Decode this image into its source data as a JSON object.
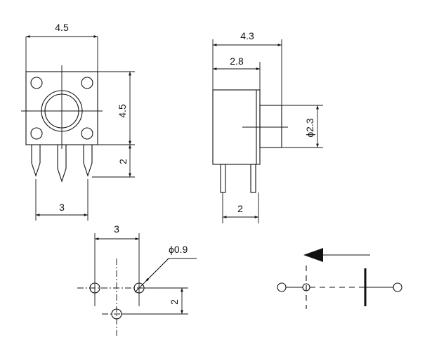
{
  "front_view": {
    "width_label": "4.5",
    "height_label": "4.5",
    "pin_length_label": "2",
    "pin_spacing_label": "3"
  },
  "side_view": {
    "overall_depth_label": "4.3",
    "body_depth_label": "2.8",
    "actuator_diameter_label": "ϕ2.3",
    "lead_spacing_label": "2"
  },
  "footprint": {
    "hole_spacing_label": "3",
    "hole_diameter_label": "ϕ0.9",
    "row_offset_label": "2"
  },
  "schematic": {
    "symbol": "push-switch"
  }
}
